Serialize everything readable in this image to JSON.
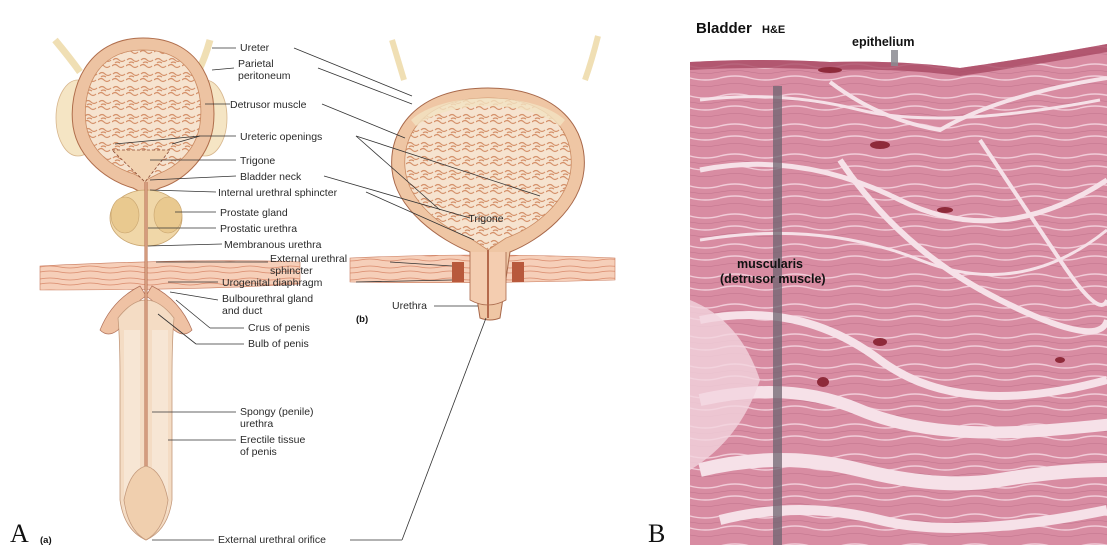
{
  "panel_a": {
    "letter": "A",
    "sub_a": "(a)",
    "sub_b": "(b)",
    "labels": [
      {
        "key": "ureter",
        "line1": "Ureter"
      },
      {
        "key": "parietal",
        "line1": "Parietal",
        "line2": "peritoneum"
      },
      {
        "key": "detrusor",
        "line1": "Detrusor muscle"
      },
      {
        "key": "ureteric",
        "line1": "Ureteric openings"
      },
      {
        "key": "trigone",
        "line1": "Trigone"
      },
      {
        "key": "neck",
        "line1": "Bladder neck"
      },
      {
        "key": "ius",
        "line1": "Internal urethral sphincter"
      },
      {
        "key": "prostate",
        "line1": "Prostate gland"
      },
      {
        "key": "prostatic",
        "line1": "Prostatic urethra"
      },
      {
        "key": "membranous",
        "line1": "Membranous urethra"
      },
      {
        "key": "eus",
        "line1": "External urethral",
        "line2": "sphincter"
      },
      {
        "key": "urogenital",
        "line1": "Urogenital diaphragm"
      },
      {
        "key": "bulbo",
        "line1": "Bulbourethral gland",
        "line2": "and duct"
      },
      {
        "key": "crus",
        "line1": "Crus of penis"
      },
      {
        "key": "bulb",
        "line1": "Bulb of penis"
      },
      {
        "key": "spongy",
        "line1": "Spongy (penile)",
        "line2": "urethra"
      },
      {
        "key": "erectile",
        "line1": "Erectile tissue",
        "line2": "of penis"
      },
      {
        "key": "orifice",
        "line1": "External urethral orifice"
      },
      {
        "key": "trigone_b",
        "line1": "Trigone"
      },
      {
        "key": "urethra_b",
        "line1": "Urethra"
      }
    ]
  },
  "panel_b": {
    "letter": "B",
    "title": "Bladder",
    "stain": "H&E",
    "epithelium": "epithelium",
    "muscularis_line1": "muscularis",
    "muscularis_line2": "(detrusor muscle)"
  },
  "colors": {
    "tissue_light": "#f3dcc4",
    "tissue_mid": "#e9b48f",
    "muscle": "#c8694a",
    "histo_bg": "#d98ea4",
    "histo_pale": "#f4dbe3",
    "histo_dark": "#a94a64"
  }
}
